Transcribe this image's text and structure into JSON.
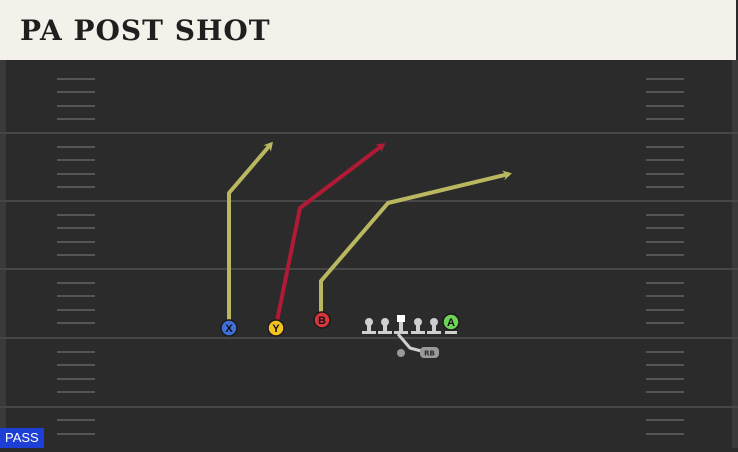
{
  "play": {
    "name": "PA POST SHOT",
    "type_badge": "PASS"
  },
  "receivers": [
    {
      "button": "X",
      "color": "#3f6fd8"
    },
    {
      "button": "Y",
      "color": "#f2c21f"
    },
    {
      "button": "B",
      "color": "#d8363b"
    },
    {
      "button": "A",
      "color": "#6fd35a"
    }
  ],
  "backfield": {
    "rb_label": "RB"
  },
  "colors": {
    "route_primary": "#b9b860",
    "route_hot": "#b11a35",
    "field": "#2b2b2b",
    "yard_line": "#474747",
    "hash": "#555555",
    "title_bg": "#f3f1ea",
    "badge_bg": "#1d3fd6"
  }
}
